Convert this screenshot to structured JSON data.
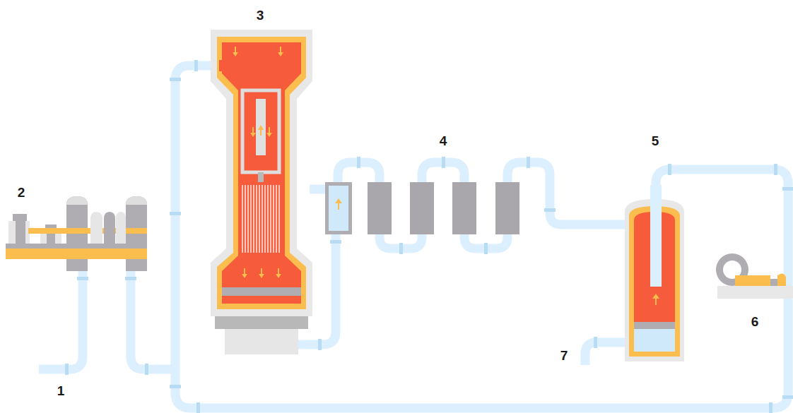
{
  "diagram": {
    "labels": [
      "1",
      "2",
      "3",
      "4",
      "5",
      "6",
      "7"
    ]
  }
}
